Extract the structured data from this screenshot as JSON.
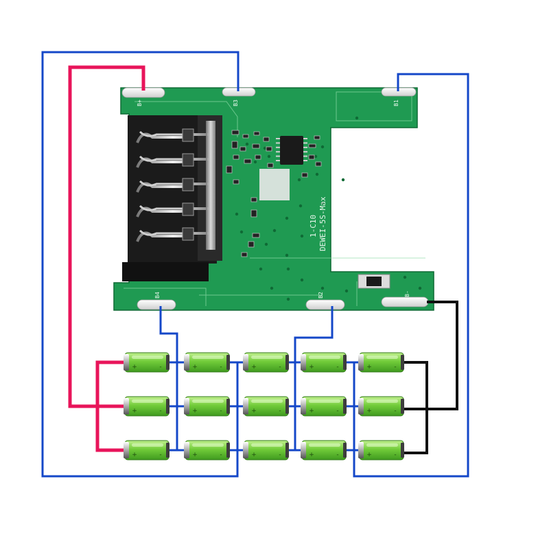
{
  "board": {
    "pads": [
      {
        "id": "B+",
        "label": "B+"
      },
      {
        "id": "B3",
        "label": "B3"
      },
      {
        "id": "B1",
        "label": "B1"
      },
      {
        "id": "B4",
        "label": "B4"
      },
      {
        "id": "B2",
        "label": "B2"
      },
      {
        "id": "B-",
        "label": "B-"
      }
    ],
    "model_text": "DEWEI-5S-Max",
    "version_text": "1-C10"
  },
  "cells": {
    "rows": 3,
    "cols": 5,
    "plus_symbol": "+",
    "minus_symbol": "-"
  },
  "colors": {
    "board_green": "#1f9a52",
    "board_green_dark": "#137a3d",
    "positive_wire": "#e8145a",
    "tap_wire": "#1447c8",
    "negative_wire": "#111111",
    "cell_body": "#72cc3a",
    "cell_highlight": "#c2f08f",
    "pad_silver": "#f2f2f2"
  },
  "icons": {
    "connector": "battery-terminal-connector-icon",
    "chip": "ic-chip-icon",
    "cell": "18650-cell-icon"
  }
}
